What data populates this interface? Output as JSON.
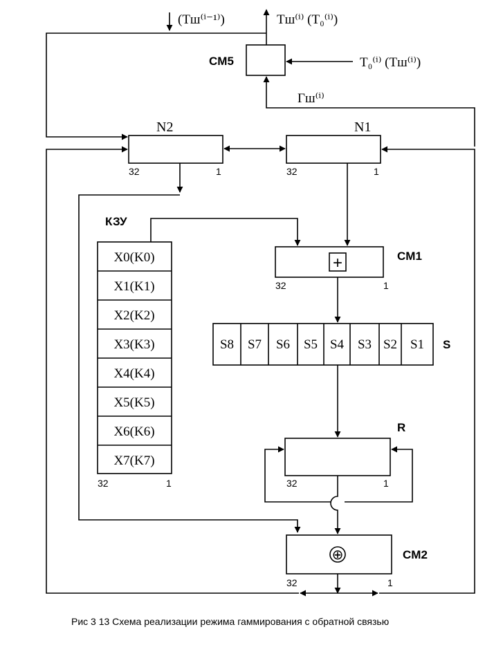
{
  "caption": "Рис 3 13  Схема реализации режима гаммирования с обратной связью",
  "top": {
    "in_label": "(Tш⁽ⁱ⁻¹⁾)",
    "out_label": "Tш⁽ⁱ⁾  (T₀⁽ⁱ⁾)",
    "right_in_label": "T₀⁽ⁱ⁾  (Tш⁽ⁱ⁾)",
    "gamma_label": "Гш⁽ⁱ⁾"
  },
  "cm5": {
    "label": "CM5"
  },
  "n2": {
    "label": "N2",
    "bit_left": "32",
    "bit_right": "1"
  },
  "n1": {
    "label": "N1",
    "bit_left": "32",
    "bit_right": "1"
  },
  "kzu": {
    "label": "КЗУ",
    "cells": [
      "X0(K0)",
      "X1(K1)",
      "X2(K2)",
      "X3(K3)",
      "X4(K4)",
      "X5(K5)",
      "X6(K6)",
      "X7(K7)"
    ],
    "bit_left": "32",
    "bit_right": "1"
  },
  "cm1": {
    "label": "CM1",
    "symbol": "+",
    "bit_left": "32",
    "bit_right": "1"
  },
  "sbox": {
    "label": "S",
    "cells": [
      "S8",
      "S7",
      "S6",
      "S5",
      "S4",
      "S3",
      "S2",
      "S1"
    ]
  },
  "r": {
    "label": "R",
    "bit_left": "32",
    "bit_right": "1"
  },
  "cm2": {
    "label": "CM2",
    "symbol": "⊕",
    "bit_left": "32",
    "bit_right": "1"
  }
}
